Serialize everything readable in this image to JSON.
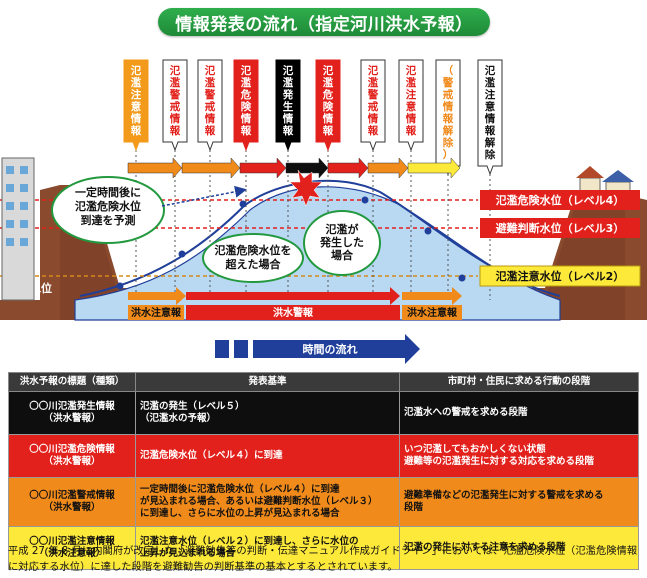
{
  "title": "情報発表の流れ（指定河川洪水予報）",
  "phases": [
    {
      "label": "氾濫注意情報",
      "color": "#f39a1a"
    },
    {
      "label": "氾濫警戒情報",
      "color": "#ffffff"
    },
    {
      "label": "氾濫警戒情報",
      "color": "#ffffff"
    },
    {
      "label": "氾濫危険情報",
      "color": "#e2211c"
    },
    {
      "label": "氾濫発生情報",
      "color": "#000000"
    },
    {
      "label": "氾濫危険情報",
      "color": "#e2211c"
    },
    {
      "label": "氾濫警戒情報",
      "color": "#ffffff"
    },
    {
      "label": "氾濫注意情報",
      "color": "#ffffff"
    },
    {
      "label": "（警戒情報解除）",
      "color": "#ffffff"
    },
    {
      "label": "氾濫注意情報解除",
      "color": "#ffffff"
    }
  ],
  "levels": {
    "danger": "氾濫危険水位（レベル4）",
    "evac": "避難判断水位（レベル3）",
    "caution": "氾濫注意水位（レベル2）"
  },
  "callouts": {
    "predict": [
      "一定時間後に",
      "氾濫危険水位",
      "到達を予測"
    ],
    "exceed": [
      "氾濫危険水位を",
      "超えた場合"
    ],
    "flood": [
      "氾濫が",
      "発生した",
      "場合"
    ]
  },
  "water_label": "水位",
  "bottom_bars": {
    "left": "洪水注意報",
    "middle": "洪水警報",
    "right": "洪水注意報"
  },
  "time_flow": "時間の流れ",
  "colors": {
    "green": "#23993f",
    "red": "#e2211c",
    "orange": "#f08a1b",
    "yellow": "#fde93a",
    "black": "#0e0e0e",
    "blue": "#1f3f9a",
    "water": "#b9d8f2"
  },
  "table": {
    "headers": [
      "洪水予報の標題（種類）",
      "発表基準",
      "市町村・住民に求める行動の段階"
    ],
    "rows": [
      {
        "style": "black",
        "title": [
          "〇〇川氾濫発生情報",
          "（洪水警報）"
        ],
        "criteria": [
          "氾濫の発生（レベル５）",
          "（氾濫水の予報）"
        ],
        "action": [
          "氾濫水への警戒を求める段階"
        ]
      },
      {
        "style": "red",
        "title": [
          "〇〇川氾濫危険情報",
          "（洪水警報）"
        ],
        "criteria": [
          "氾濫危険水位（レベル４）に到達"
        ],
        "action": [
          "いつ氾濫してもおかしくない状態",
          "避難等の氾濫発生に対する対応を求める段階"
        ]
      },
      {
        "style": "orange",
        "title": [
          "〇〇川氾濫警戒情報",
          "（洪水警報）"
        ],
        "criteria": [
          "一定時間後に氾濫危険水位（レベル４）に到達",
          "が見込まれる場合、あるいは避難判断水位（レベル３）",
          "に到達し、さらに水位の上昇が見込まれる場合"
        ],
        "action": [
          "避難準備などの氾濫発生に対する警戒を求める",
          "段階"
        ]
      },
      {
        "style": "yellow",
        "title": [
          "〇〇川氾濫注意情報",
          "（洪水注意報）"
        ],
        "criteria": [
          "氾濫注意水位（レベル２）に到達し、さらに水位の",
          "上昇が見込まれる場合"
        ],
        "action": [
          "氾濫の発生に対する注意を求める段階"
        ]
      }
    ]
  },
  "footer": "平成 27 年 8 月に内閣府が改定した「避難勧告等の判断・伝達マニュアル作成ガイドライン」においては、氾濫危険水位（氾濫危険情報に対応する水位）に達した段階を避難勧告の判断基準の基本とするとされています。"
}
